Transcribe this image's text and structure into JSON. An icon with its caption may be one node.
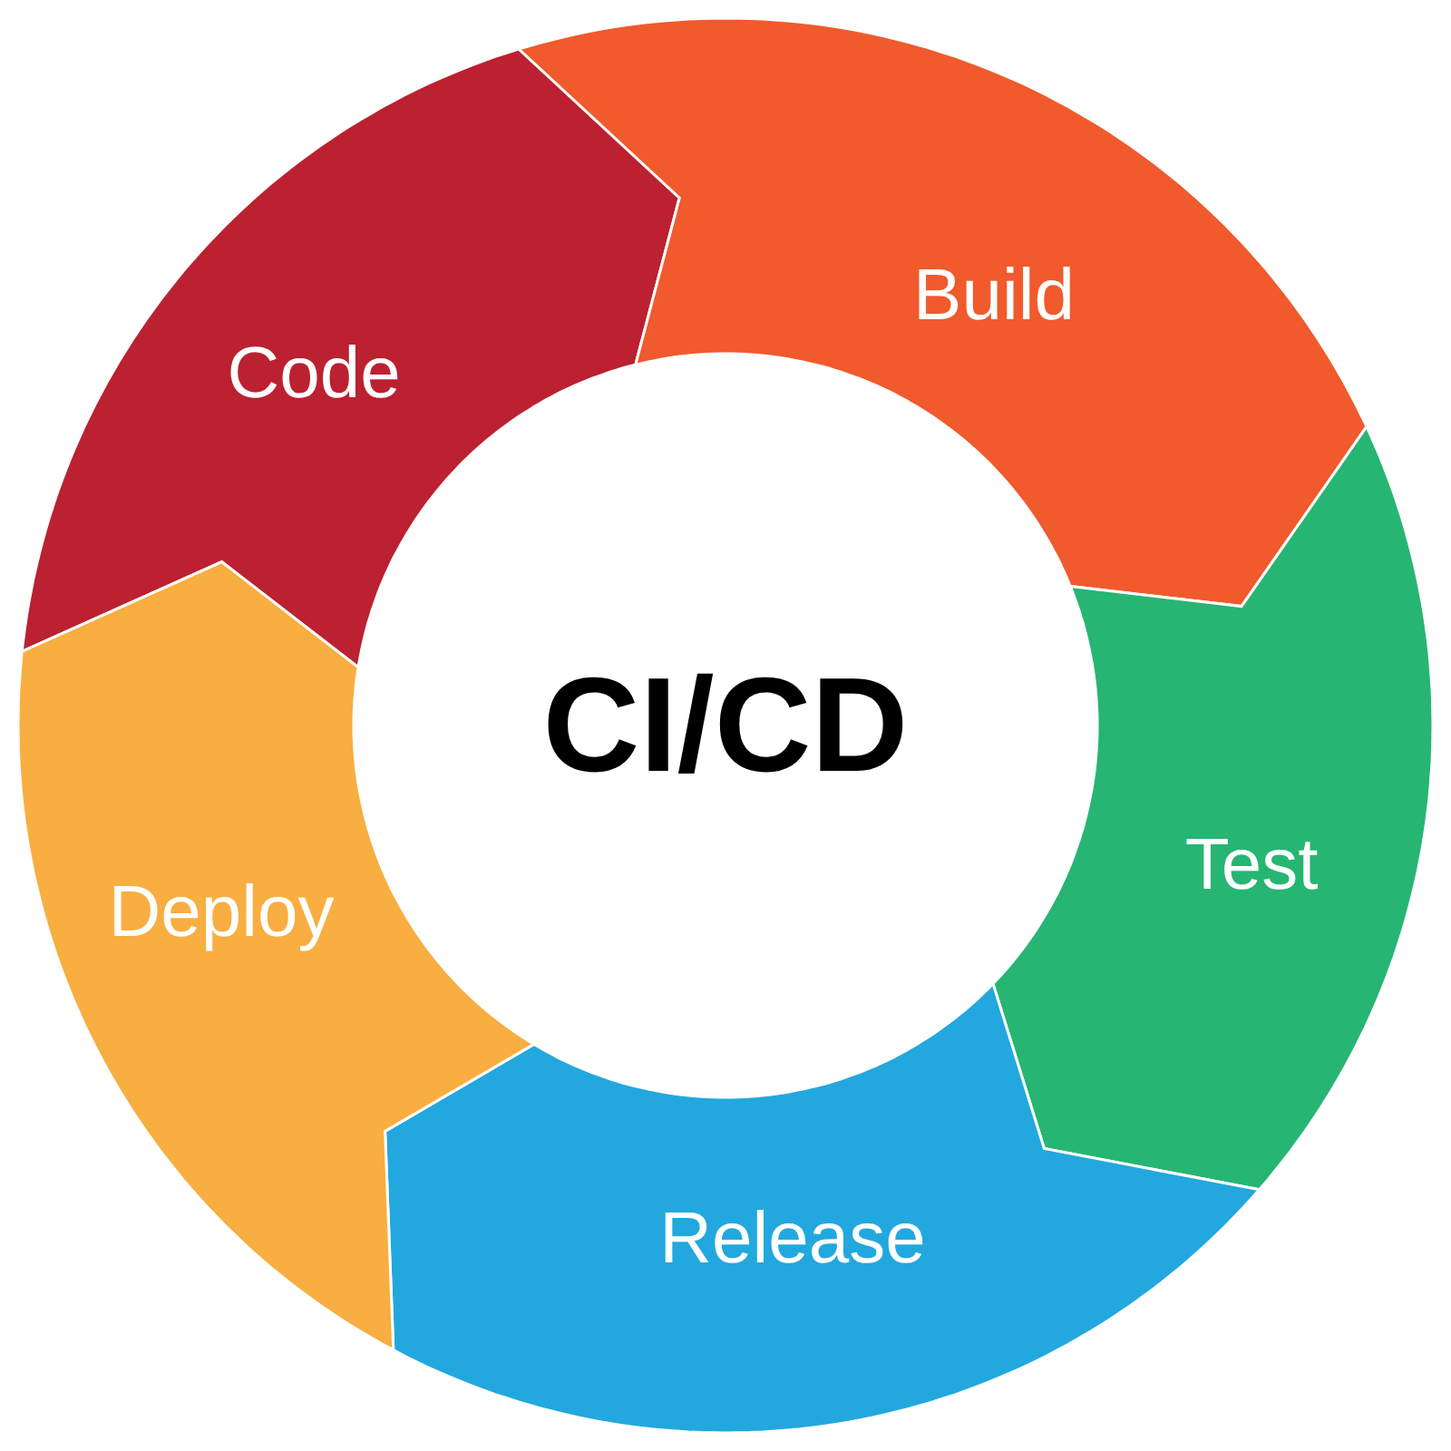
{
  "diagram": {
    "nodes": [
      {
        "text": [
          "CI/CD"
        ]
      },
      {
        "text": [
          "Code"
        ]
      },
      {
        "text": [
          "Build"
        ]
      },
      {
        "text": [
          "Test"
        ]
      },
      {
        "text": [
          "Release"
        ]
      },
      {
        "text": [
          "Deploy"
        ]
      }
    ]
  }
}
